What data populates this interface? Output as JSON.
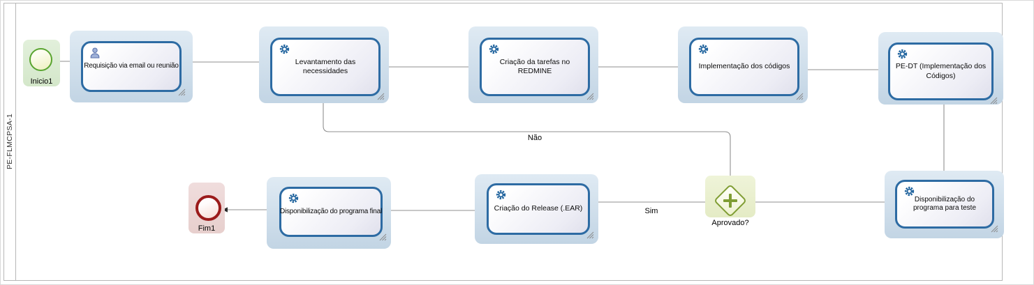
{
  "diagram": {
    "lane_label": "PE-FLMCPSA-1",
    "start_event": {
      "label": "Inicio1"
    },
    "end_event": {
      "label": "Fim1"
    },
    "gateway": {
      "label": "Aprovado?"
    },
    "tasks": [
      {
        "label": "Requisição via email ou reunião",
        "icon": "user-icon"
      },
      {
        "label": "Levantamento das necessidades",
        "icon": "gear-icon"
      },
      {
        "label": "Criação da tarefas no REDMINE",
        "icon": "gear-icon"
      },
      {
        "label": "Implementação dos códigos",
        "icon": "gear-icon"
      },
      {
        "label": "PE-DT (Implementação dos Códigos)",
        "icon": "gear-icon"
      },
      {
        "label": "Disponibilização do programa para teste",
        "icon": "gear-icon"
      },
      {
        "label": "Criação do Release (.EAR)",
        "icon": "gear-icon"
      },
      {
        "label": "Disponibilização do programa final",
        "icon": "gear-icon"
      }
    ],
    "flow_labels": {
      "negative": "Não",
      "positive": "Sim"
    },
    "colors": {
      "task_border": "#2d6ba3",
      "task_container": "#cedfed",
      "start_border": "#59a42f",
      "end_border": "#9b1b1b",
      "gateway_border": "#7f9d33",
      "connector": "#8f8f8f"
    }
  }
}
